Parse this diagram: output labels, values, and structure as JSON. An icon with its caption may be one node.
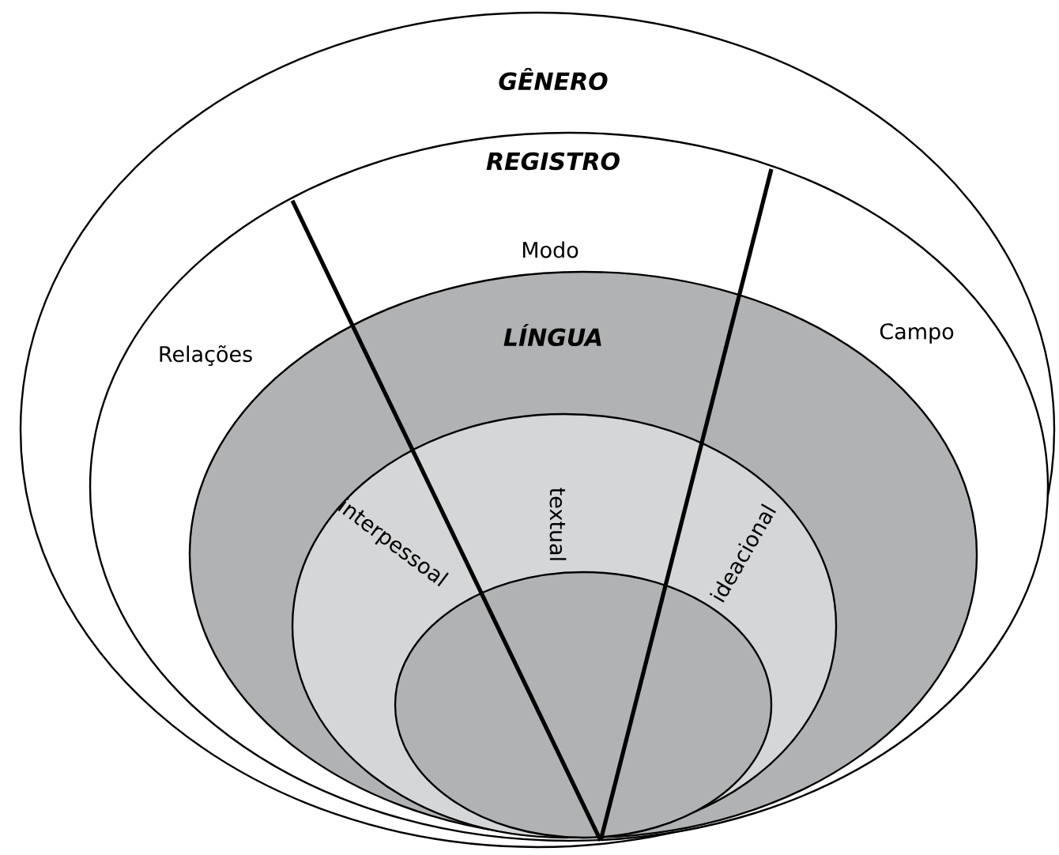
{
  "diagram": {
    "nodes": [
      {
        "text": [
          "GÊNERO"
        ]
      },
      {
        "text": [
          "REGISTRO",
          "Modo",
          "Relações",
          "Campo"
        ],
        "in": 0
      },
      {
        "text": [
          "LÍNGUA"
        ],
        "in": 1
      },
      {
        "text": [
          "interpessoal",
          "textual",
          "ideacional"
        ],
        "in": 2
      },
      {
        "text": [],
        "shape": "circle",
        "in": 3
      }
    ]
  }
}
